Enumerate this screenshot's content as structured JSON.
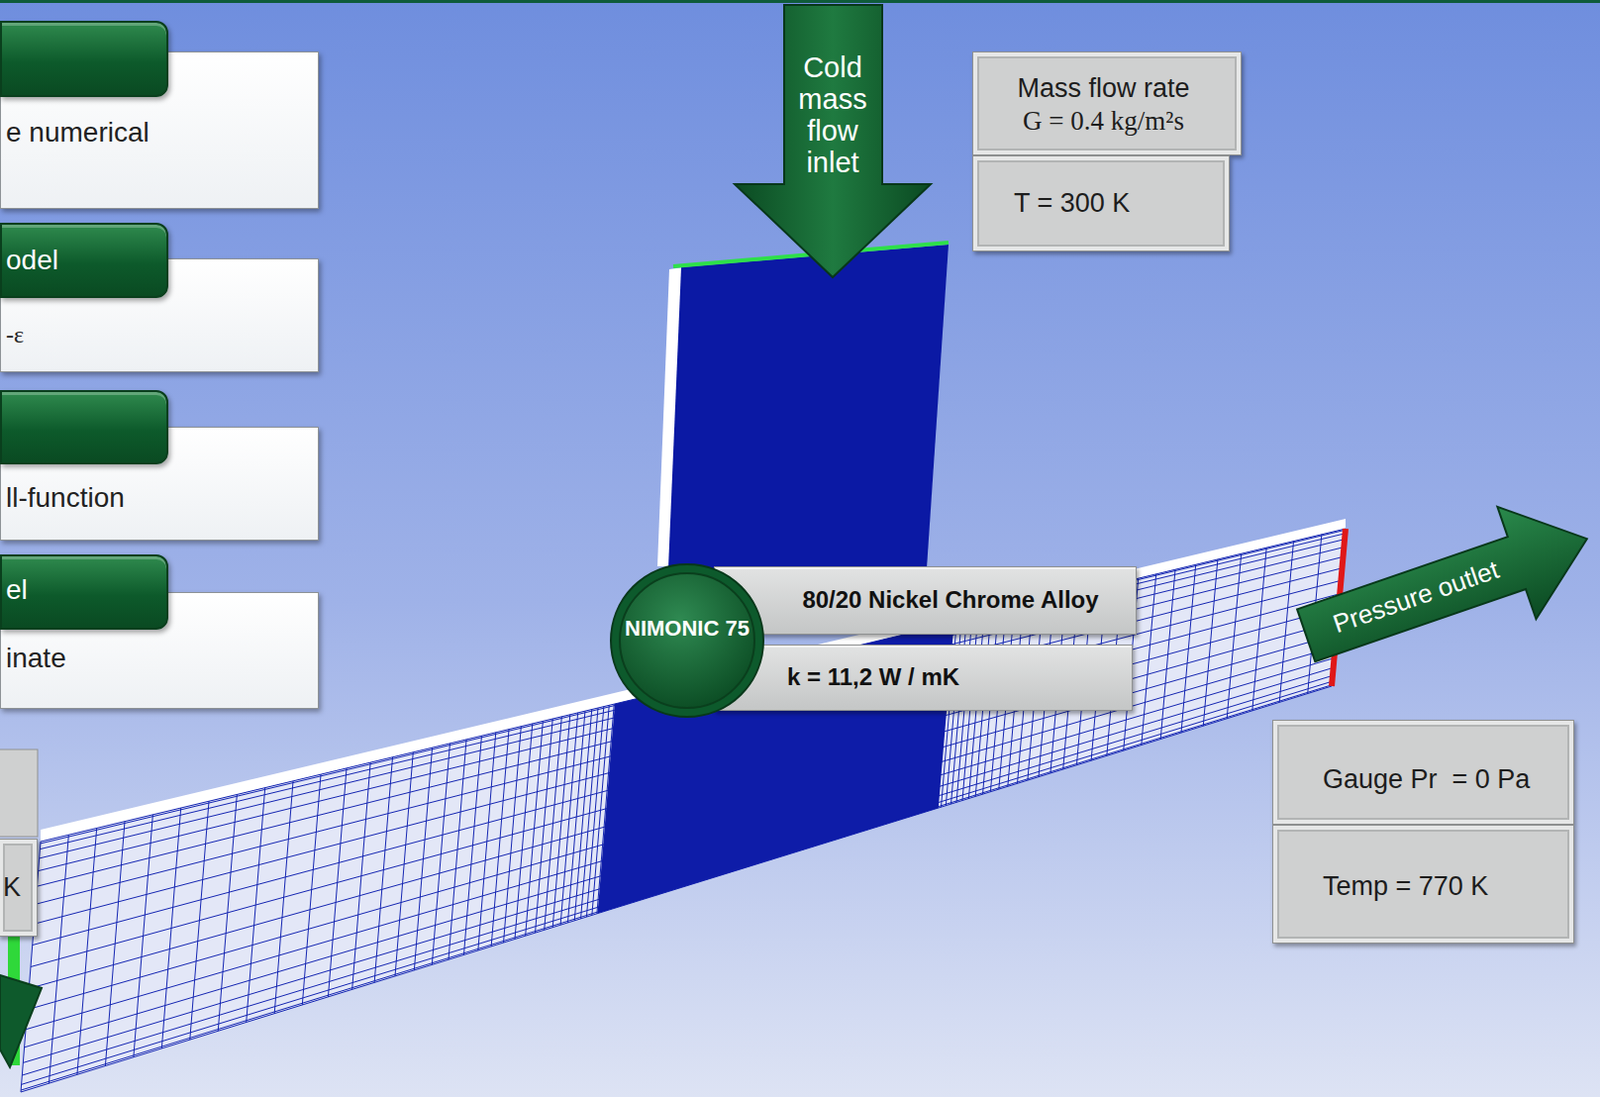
{
  "diagram": {
    "nodes": [
      {
        "text": [
          "e numerical"
        ]
      },
      {
        "text": [
          "odel",
          "-ε"
        ]
      },
      {
        "text": [
          "ll-function"
        ]
      },
      {
        "text": [
          "el",
          "inate"
        ]
      },
      {
        "text": [
          "K"
        ]
      },
      {
        "text": [
          "Cold mass flow inlet"
        ]
      },
      {
        "text": [
          "Mass flow rate",
          "G = 0.4 kg/m²s"
        ]
      },
      {
        "text": [
          "T = 300 K"
        ]
      },
      {
        "text": [
          "NIMONIC 75"
        ]
      },
      {
        "text": [
          "80/20 Nickel Chrome Alloy"
        ]
      },
      {
        "text": [
          "k = 11,2 W / mK"
        ]
      },
      {
        "text": [
          "Pressure outlet"
        ]
      },
      {
        "text": [
          "Gauge Pr  = 0 Pa"
        ]
      },
      {
        "text": [
          "Temp = 770 K"
        ]
      }
    ]
  }
}
